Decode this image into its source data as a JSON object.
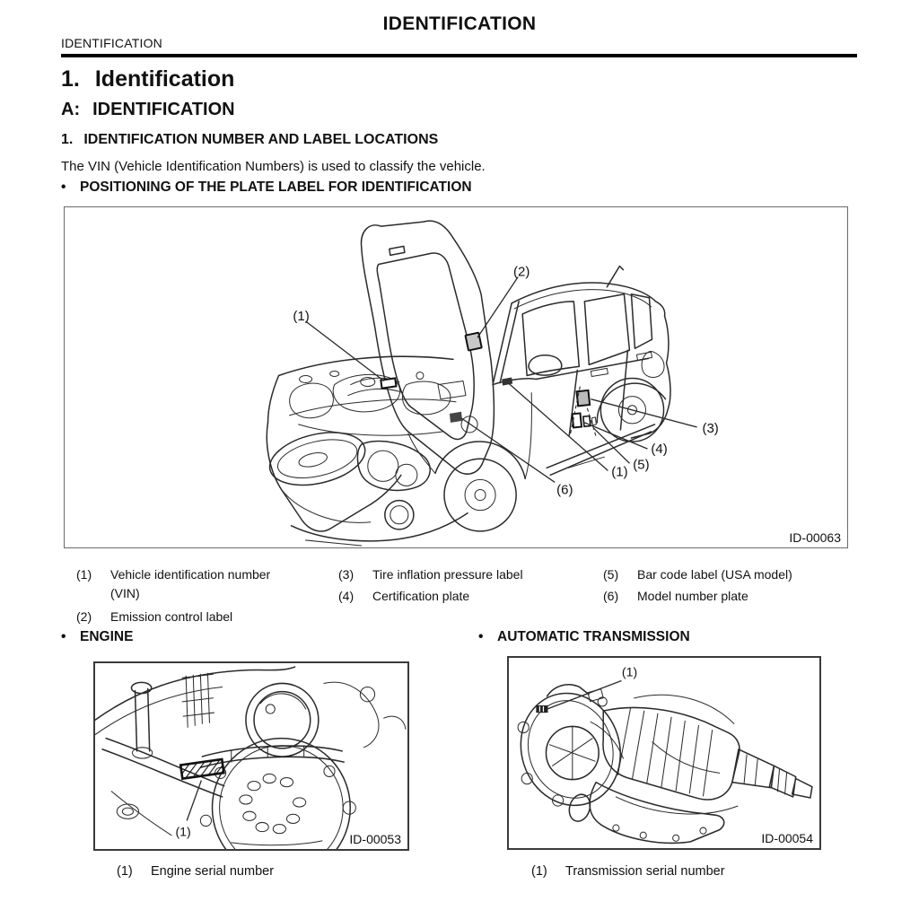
{
  "page": {
    "running_header": "IDENTIFICATION",
    "running_header_left": "IDENTIFICATION",
    "bullet_char": "•",
    "section_number": "1.",
    "section_title": "Identification",
    "subsection_letter": "A:",
    "subsection_title": "IDENTIFICATION",
    "sub2_number": "1.",
    "sub2_title": "IDENTIFICATION NUMBER AND LABEL LOCATIONS",
    "intro": "The VIN (Vehicle Identification Numbers) is used to classify the vehicle.",
    "positioning_heading": "POSITIONING OF THE PLATE LABEL FOR IDENTIFICATION"
  },
  "main_figure": {
    "figure_id": "ID-00063",
    "callout_1_hood": "(1)",
    "callout_2": "(2)",
    "callout_3": "(3)",
    "callout_4": "(4)",
    "callout_5": "(5)",
    "callout_1_door": "(1)",
    "callout_6": "(6)"
  },
  "legend": {
    "items": [
      {
        "num": "(1)",
        "line1": "Vehicle identification number",
        "line2": "(VIN)"
      },
      {
        "num": "(2)",
        "line1": "Emission control label"
      },
      {
        "num": "(3)",
        "line1": "Tire inflation pressure label"
      },
      {
        "num": "(4)",
        "line1": "Certification plate"
      },
      {
        "num": "(5)",
        "line1": "Bar code label (USA model)"
      },
      {
        "num": "(6)",
        "line1": "Model number plate"
      }
    ]
  },
  "engine_section": {
    "heading": "ENGINE",
    "figure_id": "ID-00053",
    "callout": "(1)",
    "caption_num": "(1)",
    "caption": "Engine serial number"
  },
  "transmission_section": {
    "heading": "AUTOMATIC TRANSMISSION",
    "figure_id": "ID-00054",
    "callout": "(1)",
    "caption_num": "(1)",
    "caption": "Transmission serial number"
  },
  "colors": {
    "ink": "#111111",
    "line_art": "#2b2b2b",
    "main_figure_border": "#6b6b6b",
    "sub_figure_border": "#3a3a3a",
    "label_plate_fill": "#c8c8c8",
    "dark_plate_fill": "#333333"
  }
}
